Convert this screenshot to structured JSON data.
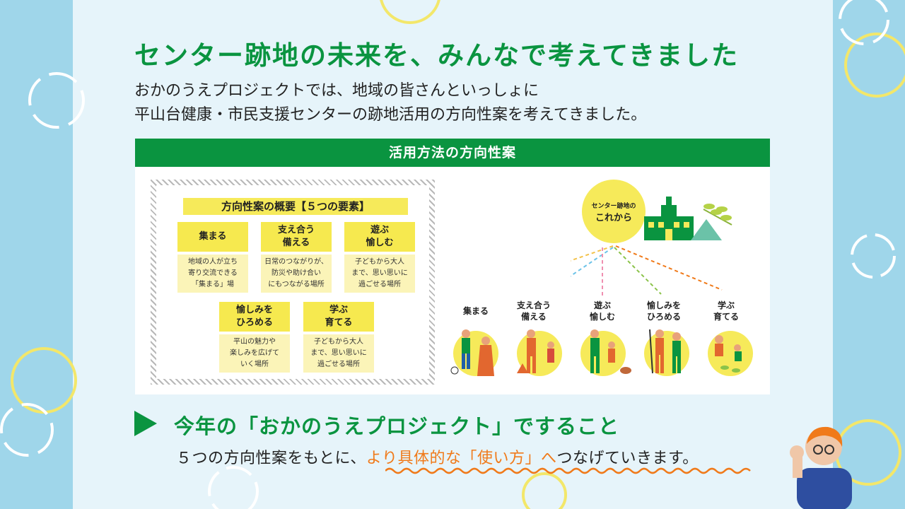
{
  "title": "センター跡地の未来を、みんなで考えてきました",
  "intro": [
    "おかのうえプロジェクトでは、地域の皆さんといっしょに",
    "平山台健康・市民支援センターの跡地活用の方向性案を考えてきました。"
  ],
  "card": {
    "header": "活用方法の方向性案",
    "summary_title": "方向性案の概要【５つの要素】",
    "elements": [
      {
        "title": "集まる",
        "desc": "地域の人が立ち\n寄り交流できる\n「集まる」場"
      },
      {
        "title": "支え合う\n備える",
        "desc": "日常のつながりが、\n防災や助け合い\nにもつながる場所"
      },
      {
        "title": "遊ぶ\n愉しむ",
        "desc": "子どもから大人\nまで、思い思いに\n過ごせる場所"
      },
      {
        "title": "愉しみを\nひろめる",
        "desc": "平山の魅力や\n楽しみを広げて\nいく場所"
      },
      {
        "title": "学ぶ\n育てる",
        "desc": "子どもから大人\nまで、思い思いに\n過ごせる場所"
      }
    ],
    "future_small": "センター跡地の",
    "future_big": "これから",
    "activities": [
      "集まる",
      "支え合う\n備える",
      "遊ぶ\n愉しむ",
      "愉しみを\nひろめる",
      "学ぶ\n育てる"
    ]
  },
  "section": {
    "title": "今年の「おかのうえプロジェクト」ですること",
    "text_before": "５つの方向性案をもとに、",
    "text_highlight": "より具体的な「使い方」へ",
    "text_after": "つなげていきます。"
  },
  "colors": {
    "green": "#0a9440",
    "yellow": "#f6e94f",
    "orange": "#f07a1a",
    "sky": "#9fd6ea"
  }
}
